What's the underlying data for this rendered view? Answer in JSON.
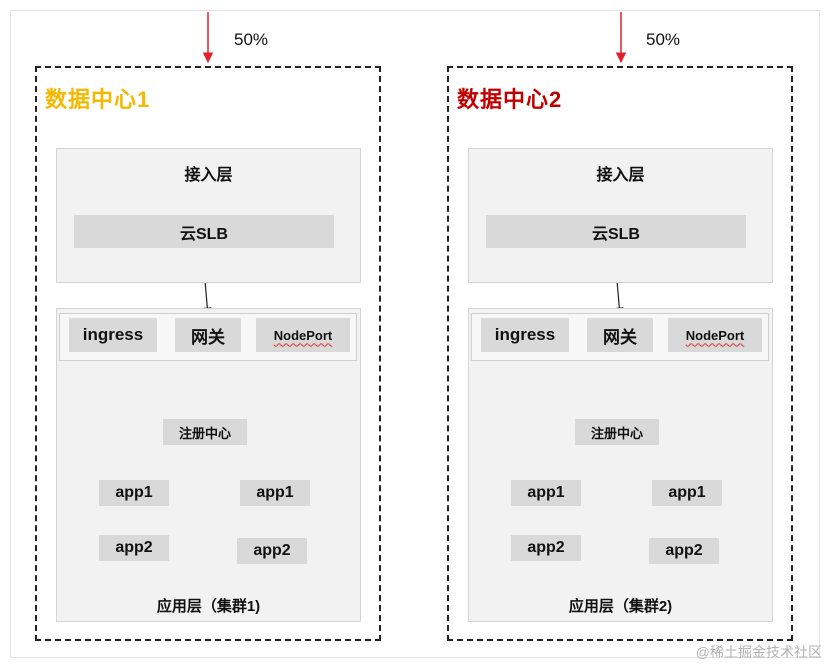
{
  "traffic_split": [
    "50%",
    "50%"
  ],
  "datacenters": [
    {
      "title": "数据中心1",
      "title_color": "#f5b800",
      "access_layer": {
        "title": "接入层",
        "slb": "云SLB"
      },
      "gateway_row": {
        "ingress": "ingress",
        "gateway": "网关",
        "nodeport": "NodePort"
      },
      "registry": "注册中心",
      "apps": {
        "app1_left": "app1",
        "app1_right": "app1",
        "app2_left": "app2",
        "app2_right": "app2"
      },
      "app_layer_title": "应用层（集群1)"
    },
    {
      "title": "数据中心2",
      "title_color": "#c00000",
      "access_layer": {
        "title": "接入层",
        "slb": "云SLB"
      },
      "gateway_row": {
        "ingress": "ingress",
        "gateway": "网关",
        "nodeport": "NodePort"
      },
      "registry": "注册中心",
      "apps": {
        "app1_left": "app1",
        "app1_right": "app1",
        "app2_left": "app2",
        "app2_right": "app2"
      },
      "app_layer_title": "应用层（集群2)"
    }
  ],
  "colors": {
    "traffic_arrow": "#e0202c",
    "registry_arrow": "#aaaaaa",
    "slb_arrow": "#222222"
  },
  "watermark": "@稀土掘金技术社区"
}
